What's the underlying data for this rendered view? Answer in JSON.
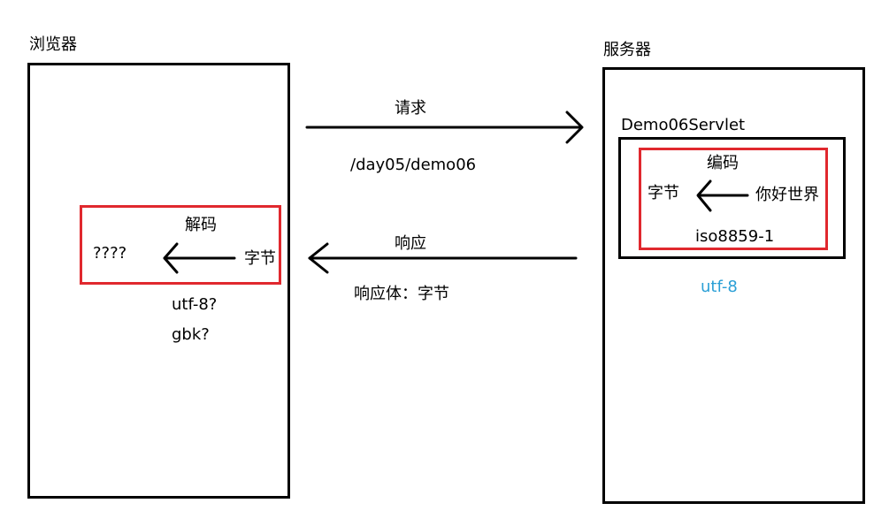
{
  "browser": {
    "title": "浏览器",
    "decode": {
      "title": "解码",
      "input": "字节",
      "output": "????"
    },
    "charset_guesses": [
      "utf-8?",
      "gbk?"
    ]
  },
  "server": {
    "title": "服务器",
    "servlet": {
      "name": "Demo06Servlet",
      "encode": {
        "title": "编码",
        "input": "你好世界",
        "output": "字节",
        "charset": "iso8859-1"
      }
    },
    "charset_note": "utf-8"
  },
  "request": {
    "label": "请求",
    "path": "/day05/demo06"
  },
  "response": {
    "label": "响应",
    "body": "响应体：字节"
  },
  "colors": {
    "box_border": "#000000",
    "highlight_border": "#e0282e",
    "note_text": "#2a9fd6"
  }
}
